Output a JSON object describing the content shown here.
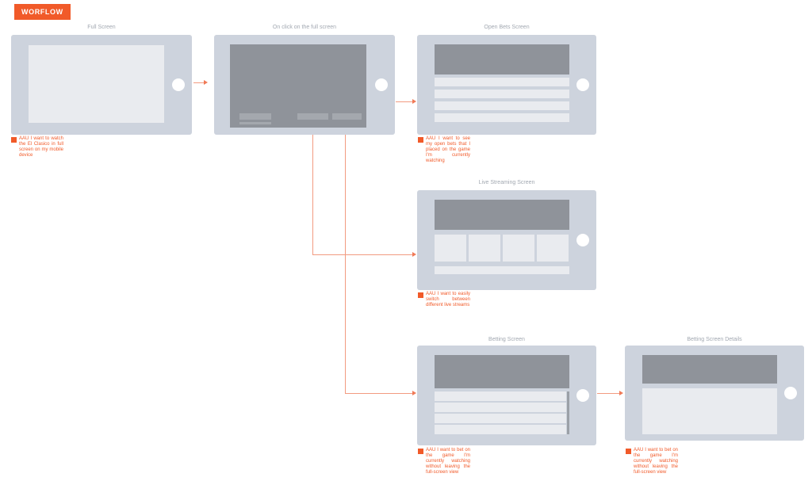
{
  "badge": {
    "label": "WORFLOW"
  },
  "colors": {
    "accent": "#F15A29",
    "device_body": "#CDD3DD",
    "screen_light": "#E9EBEF",
    "screen_dark": "#8F939A",
    "connector": "#F29B80",
    "title_text": "#A2A8B1"
  },
  "screens": [
    {
      "title": "Full Screen"
    },
    {
      "title": "On click on the full screen"
    },
    {
      "title": "Open Bets Screen"
    },
    {
      "title": "Live Streaming Screen"
    },
    {
      "title": "Betting Screen"
    },
    {
      "title": "Betting Screen Details"
    }
  ],
  "annotations": [
    {
      "text": "AAU I want to watch the El Clasico in full screen on my mobile device"
    },
    {
      "text": "AAU I want to see my open bets that I placed on the game I'm currently watching"
    },
    {
      "text": "AAU I want to easily switch between different live streams"
    },
    {
      "text": "AAU I want to bet on the game I'm currently watching without leaving the full-screen view"
    },
    {
      "text": "AAU I want to bet on the game I'm currently watching without leaving the full-screen view"
    }
  ]
}
